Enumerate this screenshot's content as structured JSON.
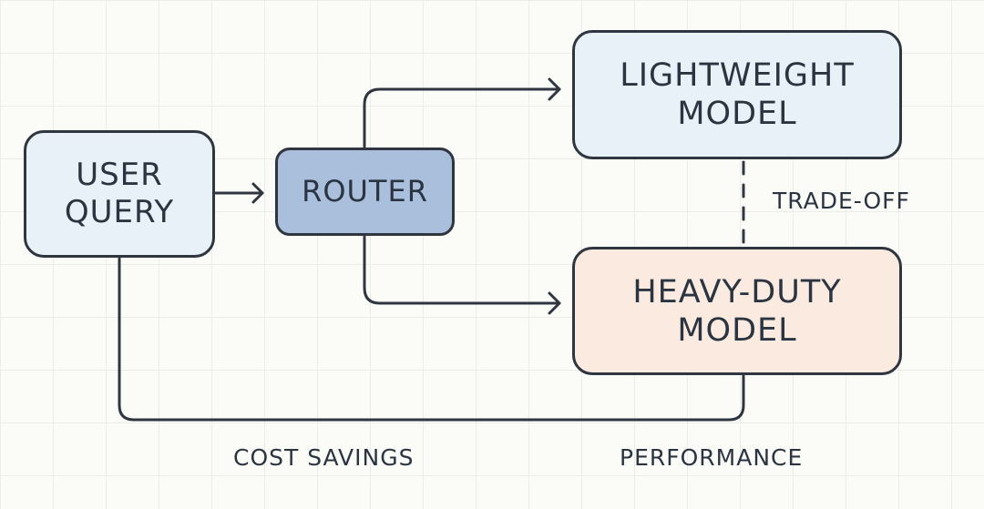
{
  "nodes": {
    "user_query": "USER\nQUERY",
    "router": "ROUTER",
    "lightweight_model": "LIGHTWEIGHT\nMODEL",
    "heavy_duty_model": "HEAVY-DUTY\nMODEL"
  },
  "labels": {
    "trade_off": "TRADE-OFF",
    "cost_savings": "COST SAVINGS",
    "performance": "PERFORMANCE"
  },
  "colors": {
    "user_query_fill": "#e9f1f8",
    "router_fill": "#a9bfdc",
    "lightweight_fill": "#e9f1f8",
    "heavy_fill": "#fbeadf",
    "stroke": "#2f3640"
  }
}
